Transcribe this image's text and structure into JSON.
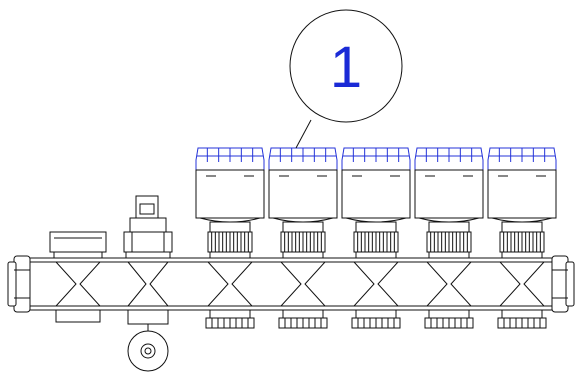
{
  "callout": {
    "label": "1"
  },
  "colors": {
    "line": "#111111",
    "accent_blue": "#2433d9",
    "callout_text": "#1a2ad6",
    "background": "#ffffff"
  },
  "parts": {
    "actuator_count": 5,
    "plug_fitting": "blind-cap",
    "air_vent": "automatic-air-vent",
    "drain_valve": "drain-valve"
  }
}
